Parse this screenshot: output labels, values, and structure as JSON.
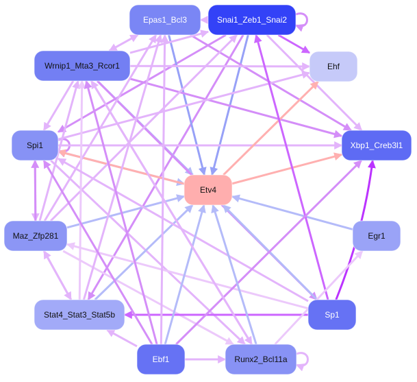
{
  "diagram": {
    "type": "directed-network",
    "nodes": [
      {
        "id": "epas1",
        "label": "Epas1_Bcl3",
        "fill": "#7a86f5",
        "text": "#ffffff"
      },
      {
        "id": "snai1",
        "label": "Snai1_Zeb1_Snai2",
        "fill": "#3342f7",
        "text": "#ffffff"
      },
      {
        "id": "ehf",
        "label": "Ehf",
        "fill": "#c6caf9",
        "text": "#111111"
      },
      {
        "id": "wrnip1",
        "label": "Wrnip1_Mta3_Rcor1",
        "fill": "#737ff3",
        "text": "#111111"
      },
      {
        "id": "spi1",
        "label": "Spi1",
        "fill": "#8792f5",
        "text": "#111111"
      },
      {
        "id": "xbp1",
        "label": "Xbp1_Creb3l1",
        "fill": "#5e6bf4",
        "text": "#ffffff"
      },
      {
        "id": "etv4",
        "label": "Etv4",
        "fill": "#ffaeae",
        "text": "#111111"
      },
      {
        "id": "maz",
        "label": "Maz_Zfp281",
        "fill": "#8c96f5",
        "text": "#111111"
      },
      {
        "id": "egr1",
        "label": "Egr1",
        "fill": "#9aa3f7",
        "text": "#111111"
      },
      {
        "id": "stat4",
        "label": "Stat4_Stat3_Stat5b",
        "fill": "#a2aaf8",
        "text": "#111111"
      },
      {
        "id": "sp1",
        "label": "Sp1",
        "fill": "#6672f4",
        "text": "#ffffff"
      },
      {
        "id": "ebf1",
        "label": "Ebf1",
        "fill": "#6672f4",
        "text": "#ffffff"
      },
      {
        "id": "runx2",
        "label": "Runx2_Bcl11a",
        "fill": "#8892f5",
        "text": "#111111"
      }
    ],
    "edge_colors": {
      "blue": "#97a1f7",
      "lightblue": "#b4bbf9",
      "purple": "#cc66ff",
      "violet": "#d48ef8",
      "lavender": "#e3b4fb",
      "palelavender": "#ecc9fb",
      "salmon": "#ffb0b0",
      "magenta": "#bb33ff"
    },
    "edges": [
      {
        "from": "snai1",
        "to": "epas1",
        "color": "lavender"
      },
      {
        "from": "snai1",
        "to": "snai1",
        "color": "violet"
      },
      {
        "from": "snai1",
        "to": "ehf",
        "color": "purple"
      },
      {
        "from": "snai1",
        "to": "etv4",
        "color": "blue"
      },
      {
        "from": "snai1",
        "to": "spi1",
        "color": "violet"
      },
      {
        "from": "snai1",
        "to": "xbp1",
        "color": "lavender"
      },
      {
        "from": "snai1",
        "to": "stat4",
        "color": "violet"
      },
      {
        "from": "epas1",
        "to": "etv4",
        "color": "blue"
      },
      {
        "from": "epas1",
        "to": "wrnip1",
        "color": "lavender"
      },
      {
        "from": "epas1",
        "to": "xbp1",
        "color": "violet"
      },
      {
        "from": "wrnip1",
        "to": "ehf",
        "color": "lavender"
      },
      {
        "from": "wrnip1",
        "to": "epas1",
        "color": "lavender"
      },
      {
        "from": "wrnip1",
        "to": "snai1",
        "color": "lavender"
      },
      {
        "from": "wrnip1",
        "to": "spi1",
        "color": "lavender"
      },
      {
        "from": "wrnip1",
        "to": "etv4",
        "color": "lightblue"
      },
      {
        "from": "wrnip1",
        "to": "xbp1",
        "color": "violet"
      },
      {
        "from": "wrnip1",
        "to": "runx2",
        "color": "lavender"
      },
      {
        "from": "wrnip1",
        "to": "sp1",
        "color": "violet"
      },
      {
        "from": "spi1",
        "to": "spi1",
        "color": "violet"
      },
      {
        "from": "spi1",
        "to": "xbp1",
        "color": "lavender"
      },
      {
        "from": "spi1",
        "to": "ehf",
        "color": "lavender"
      },
      {
        "from": "spi1",
        "to": "etv4",
        "color": "lightblue"
      },
      {
        "from": "spi1",
        "to": "maz",
        "color": "lavender"
      },
      {
        "from": "spi1",
        "to": "runx2",
        "color": "lavender"
      },
      {
        "from": "etv4",
        "to": "spi1",
        "color": "salmon"
      },
      {
        "from": "etv4",
        "to": "ehf",
        "color": "salmon"
      },
      {
        "from": "etv4",
        "to": "xbp1",
        "color": "salmon"
      },
      {
        "from": "maz",
        "to": "spi1",
        "color": "violet"
      },
      {
        "from": "maz",
        "to": "etv4",
        "color": "lightblue"
      },
      {
        "from": "maz",
        "to": "stat4",
        "color": "lavender"
      },
      {
        "from": "maz",
        "to": "wrnip1",
        "color": "lavender"
      },
      {
        "from": "maz",
        "to": "epas1",
        "color": "lavender"
      },
      {
        "from": "maz",
        "to": "snai1",
        "color": "lavender"
      },
      {
        "from": "maz",
        "to": "runx2",
        "color": "palelavender"
      },
      {
        "from": "egr1",
        "to": "etv4",
        "color": "lightblue"
      },
      {
        "from": "stat4",
        "to": "etv4",
        "color": "lightblue"
      },
      {
        "from": "stat4",
        "to": "epas1",
        "color": "lavender"
      },
      {
        "from": "stat4",
        "to": "maz",
        "color": "lavender"
      },
      {
        "from": "stat4",
        "to": "wrnip1",
        "color": "palelavender"
      },
      {
        "from": "sp1",
        "to": "etv4",
        "color": "lightblue"
      },
      {
        "from": "sp1",
        "to": "stat4",
        "color": "purple"
      },
      {
        "from": "sp1",
        "to": "xbp1",
        "color": "magenta"
      },
      {
        "from": "sp1",
        "to": "snai1",
        "color": "purple"
      },
      {
        "from": "sp1",
        "to": "maz",
        "color": "palelavender"
      },
      {
        "from": "sp1",
        "to": "spi1",
        "color": "lavender"
      },
      {
        "from": "ebf1",
        "to": "etv4",
        "color": "lightblue"
      },
      {
        "from": "ebf1",
        "to": "runx2",
        "color": "lavender"
      },
      {
        "from": "ebf1",
        "to": "stat4",
        "color": "lavender"
      },
      {
        "from": "ebf1",
        "to": "wrnip1",
        "color": "violet"
      },
      {
        "from": "ebf1",
        "to": "spi1",
        "color": "violet"
      },
      {
        "from": "ebf1",
        "to": "xbp1",
        "color": "violet"
      },
      {
        "from": "ebf1",
        "to": "epas1",
        "color": "lavender"
      },
      {
        "from": "runx2",
        "to": "etv4",
        "color": "lightblue"
      },
      {
        "from": "runx2",
        "to": "runx2",
        "color": "lavender"
      },
      {
        "from": "runx2",
        "to": "wrnip1",
        "color": "lavender"
      },
      {
        "from": "runx2",
        "to": "egr1",
        "color": "palelavender"
      }
    ]
  }
}
